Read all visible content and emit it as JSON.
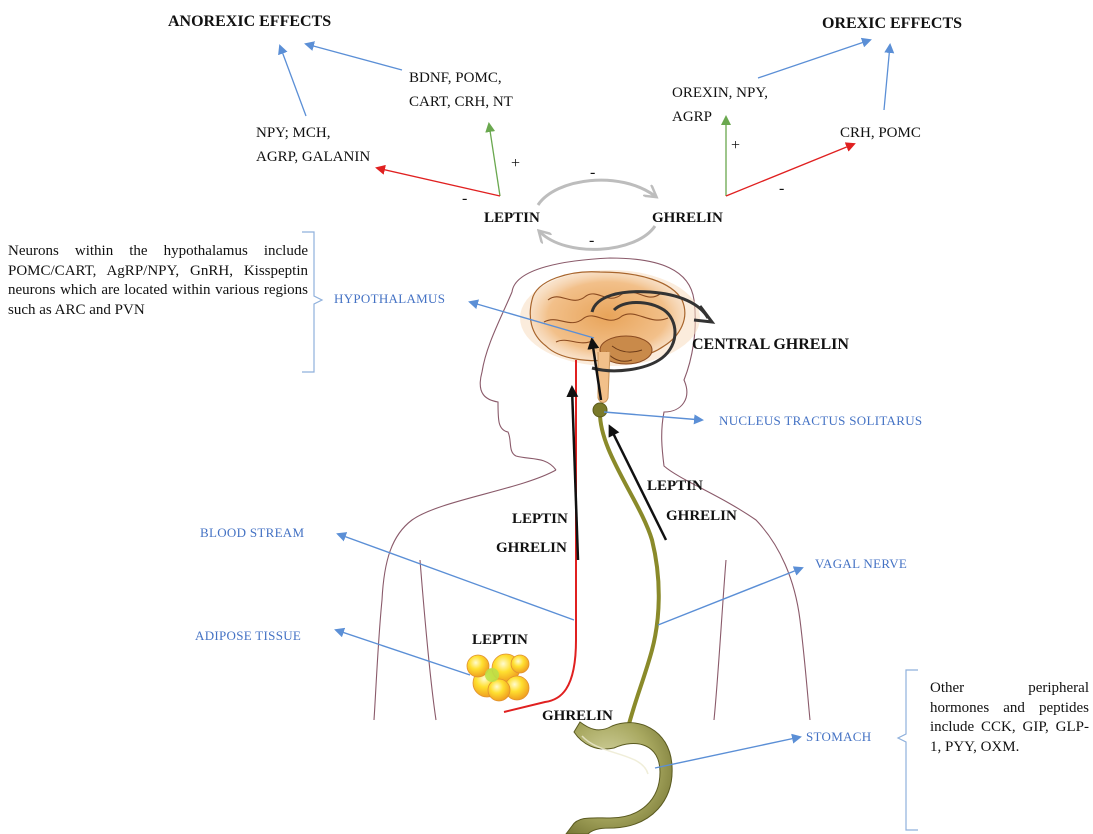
{
  "effects": {
    "anorexic": "ANOREXIC EFFECTS",
    "orexic": "OREXIC EFFECTS"
  },
  "anorexic_branch": {
    "upregulated": [
      "BDNF, POMC,",
      "CART,  CRH, NT"
    ],
    "downregulated": [
      "NPY; MCH,",
      "AGRP, GALANIN"
    ]
  },
  "orexic_branch": {
    "upregulated": [
      "OREXIN, NPY,",
      "AGRP"
    ],
    "downregulated": [
      "CRH, POMC"
    ]
  },
  "hormones": {
    "leptin": "LEPTIN",
    "ghrelin": "GHRELIN"
  },
  "signs": {
    "plus": "+",
    "minus": "-"
  },
  "central_ghrelin": "CENTRAL GHRELIN",
  "anatomy_labels": {
    "hypothalamus": "HYPOTHALAMUS",
    "nucleus": "NUCLEUS TRACTUS SOLITARUS",
    "blood_stream": "BLOOD STREAM",
    "vagal_nerve": "VAGAL NERVE",
    "adipose": "ADIPOSE TISSUE",
    "stomach": "STOMACH"
  },
  "notes": {
    "hypothalamus": "Neurons within the hypothalamus include POMC/CART, AgRP/NPY, GnRH, Kisspeptin neurons which are located within various regions such as ARC and PVN",
    "stomach": "Other peripheral hormones and peptides include CCK, GIP, GLP-1, PYY, OXM."
  },
  "colors": {
    "blue_arrow": "#5b8fd6",
    "green_arrow": "#6aa84f",
    "red_arrow": "#e02020",
    "grey_cycle": "#bdbdbd",
    "vagal": "#8a8a2a",
    "blood": "#e02020",
    "label_blue": "#4472c4"
  }
}
